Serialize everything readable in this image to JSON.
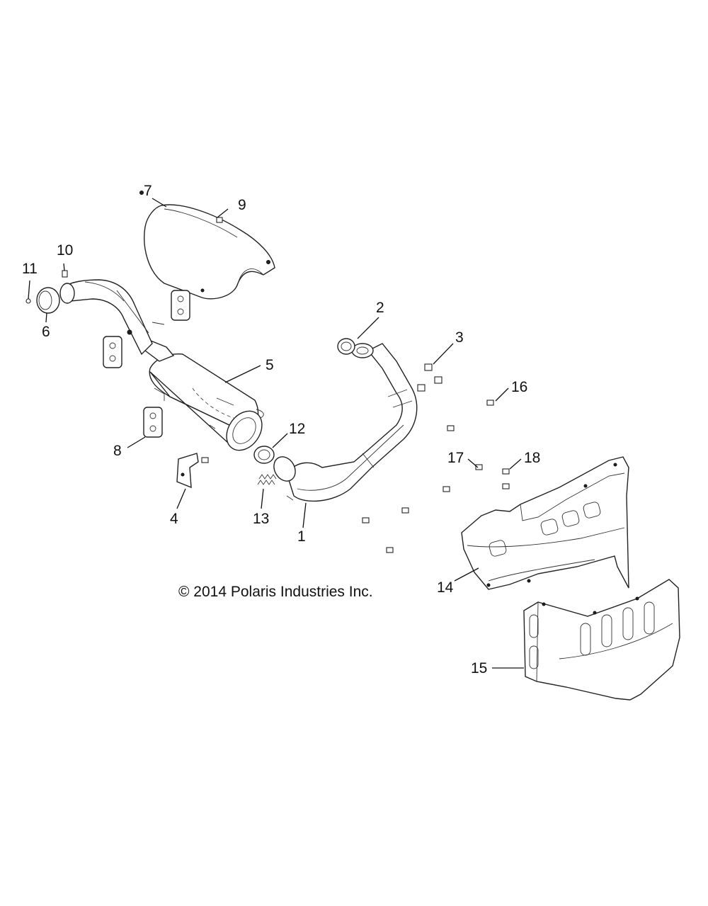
{
  "copyright": "© 2014 Polaris Industries Inc.",
  "callouts": [
    {
      "id": "1",
      "label": "1"
    },
    {
      "id": "2",
      "label": "2"
    },
    {
      "id": "3",
      "label": "3"
    },
    {
      "id": "4",
      "label": "4"
    },
    {
      "id": "5",
      "label": "5"
    },
    {
      "id": "6",
      "label": "6"
    },
    {
      "id": "7",
      "label": "7"
    },
    {
      "id": "8",
      "label": "8"
    },
    {
      "id": "9",
      "label": "9"
    },
    {
      "id": "10",
      "label": "10"
    },
    {
      "id": "11",
      "label": "11"
    },
    {
      "id": "12",
      "label": "12"
    },
    {
      "id": "13",
      "label": "13"
    },
    {
      "id": "14",
      "label": "14"
    },
    {
      "id": "15",
      "label": "15"
    },
    {
      "id": "16",
      "label": "16"
    },
    {
      "id": "17",
      "label": "17"
    },
    {
      "id": "18",
      "label": "18"
    }
  ]
}
